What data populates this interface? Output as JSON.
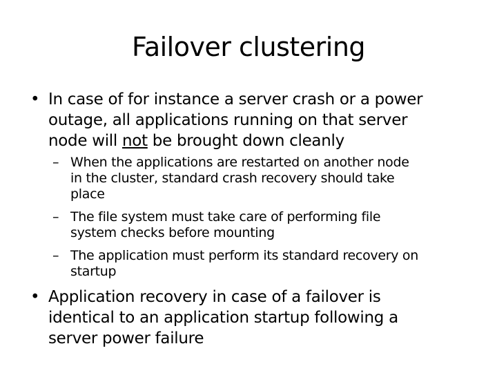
{
  "slide": {
    "title": "Failover clustering",
    "bullet_glyph": "•",
    "dash_glyph": "–",
    "bullet1": {
      "text_before": "In case of for instance a server crash or a power outage, all applications running on that server node will ",
      "emphasis": "not",
      "text_after": " be brought down cleanly",
      "line1": "In case of for instance a server crash or a power",
      "line2": "outage, all applications running on that server",
      "line3_a": "node will ",
      "line3_b": "not",
      "line3_c": " be brought down cleanly"
    },
    "sub_bullets": [
      {
        "lines": [
          "When the applications are restarted on another node",
          "in the cluster, standard crash recovery should take",
          "place"
        ]
      },
      {
        "lines": [
          "The file system must take care of performing file",
          "system checks before mounting"
        ]
      },
      {
        "lines": [
          "The application must perform its standard recovery on",
          "startup"
        ]
      }
    ],
    "bullet2": {
      "lines": [
        "Application recovery in case of a failover is",
        "identical to an application startup following a",
        "server power failure"
      ]
    }
  }
}
